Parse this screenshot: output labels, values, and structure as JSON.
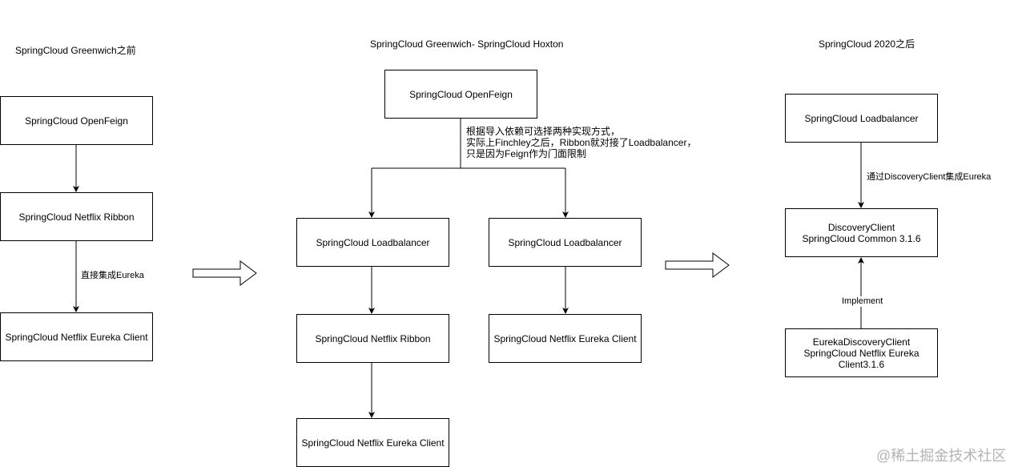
{
  "sections": {
    "left_title": "SpringCloud Greenwich之前",
    "middle_title": "SpringCloud Greenwich- SpringCloud Hoxton",
    "right_title": "SpringCloud 2020之后"
  },
  "left": {
    "openfeign": "SpringCloud OpenFeign",
    "ribbon": "SpringCloud Netflix Ribbon",
    "eureka_client": "SpringCloud Netflix Eureka Client",
    "edge_label": "直接集成Eureka"
  },
  "middle": {
    "openfeign": "SpringCloud OpenFeign",
    "note": "根据导入依赖可选择两种实现方式，\n实际上Finchley之后，Ribbon就对接了Loadbalancer，\n只是因为Feign作为门面限制",
    "loadbalancer_left": "SpringCloud Loadbalancer",
    "loadbalancer_right": "SpringCloud Loadbalancer",
    "ribbon": "SpringCloud Netflix Ribbon",
    "eureka_client_right": "SpringCloud Netflix Eureka Client",
    "eureka_client_bottom": "SpringCloud Netflix Eureka Client"
  },
  "right": {
    "loadbalancer": "SpringCloud Loadbalancer",
    "edge_label_top": "通过DiscoveryClient集成Eureka",
    "discovery_client": "DiscoveryClient\nSpringCloud Common 3.1.6",
    "edge_label_implement": "Implement",
    "eureka_discovery_client": "EurekaDiscoveryClient\nSpringCloud Netflix Eureka\nClient3.1.6"
  },
  "watermark": "@稀土掘金技术社区"
}
